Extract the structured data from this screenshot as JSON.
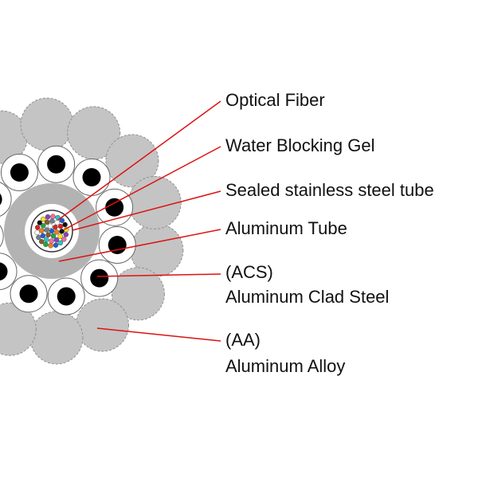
{
  "page": {
    "background": "#ffffff",
    "description": "OPGW optical ground wire cable cross-section diagram with labeled layers"
  },
  "labels": {
    "optical_fiber": "Optical Fiber",
    "water_blocking_gel": "Water Blocking Gel",
    "stainless_tube": "Sealed stainless steel tube",
    "aluminum_tube": "Aluminum Tube",
    "acs_line1": "(ACS)",
    "acs_line2": "Aluminum Clad Steel",
    "aa_line1": "(AA)",
    "aa_line2": "Aluminum Alloy"
  },
  "diagram": {
    "type": "cross-section",
    "aa_strand_count": 14,
    "acs_strand_count": 11,
    "fiber_count": 37,
    "colors": {
      "leader_line": "#dd1111",
      "aluminum_alloy_strand": "#c4c4c4",
      "strand_outline": "#8f8f8f",
      "aluminum_tube": "#b3b3b3",
      "tube_inner_gap": "#ffffff",
      "acs_strand_fill": "#ffffff",
      "acs_strand_outline": "#666666",
      "acs_core_dot": "#000000",
      "steel_tube_fill": "#ffffff",
      "steel_tube_outline": "#333333",
      "fiber_dot_outline": "#444444"
    },
    "fiber_colors": [
      "#1f5fd6",
      "#f07f1a",
      "#1ea73c",
      "#8a5a2b",
      "#708090",
      "#ffffff",
      "#e02020",
      "#111111",
      "#f5e31f",
      "#8f3fbf",
      "#f06fa0",
      "#2ec4c4"
    ]
  }
}
